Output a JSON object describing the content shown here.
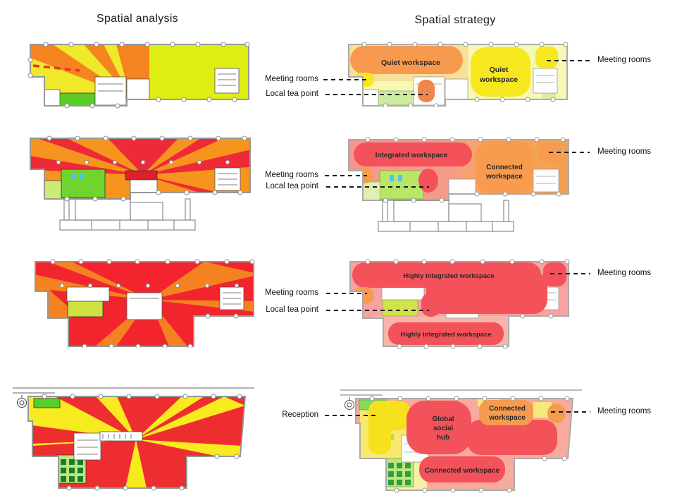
{
  "titles": {
    "analysis": "Spatial analysis",
    "strategy": "Spatial strategy"
  },
  "annotations": {
    "floor1": {
      "left": [
        "Meeting rooms",
        "Local tea point"
      ],
      "right": "Meeting rooms"
    },
    "floor2": {
      "left": [
        "Meeting rooms",
        "Local tea point"
      ],
      "right": "Meeting rooms"
    },
    "floor3": {
      "left": [
        "Meeting rooms",
        "Local tea point"
      ],
      "right": "Meeting rooms"
    },
    "floor4": {
      "left": [
        "Reception"
      ],
      "right": "Meeting rooms"
    }
  },
  "zones": {
    "floor1": [
      [
        "Quiet workspace"
      ],
      [
        "Quiet",
        "workspace"
      ]
    ],
    "floor2": [
      [
        "Integrated workspace"
      ],
      [
        "Connected",
        "workspace"
      ]
    ],
    "floor3": [
      [
        "Highly integrated workspace"
      ],
      [
        "Highly integrated workspace"
      ]
    ],
    "floor4": [
      [
        "Global",
        "social",
        "hub"
      ],
      [
        "Connected",
        "workspace"
      ],
      [
        "Connected workspace"
      ]
    ]
  },
  "colors": {
    "heat_red": "#ee2a32",
    "heat_orange": "#f5831f",
    "heat_yellow": "#f5e823",
    "heat_yellowgreen": "#dfee12",
    "heat_green": "#5ccb27",
    "blob_red": "#f4525b",
    "blob_orange": "#f79a4e",
    "blob_yellow": "#f7e71e",
    "base_pale_yellow": "#f6f8b4",
    "base_salmon": "#f7a29b"
  }
}
